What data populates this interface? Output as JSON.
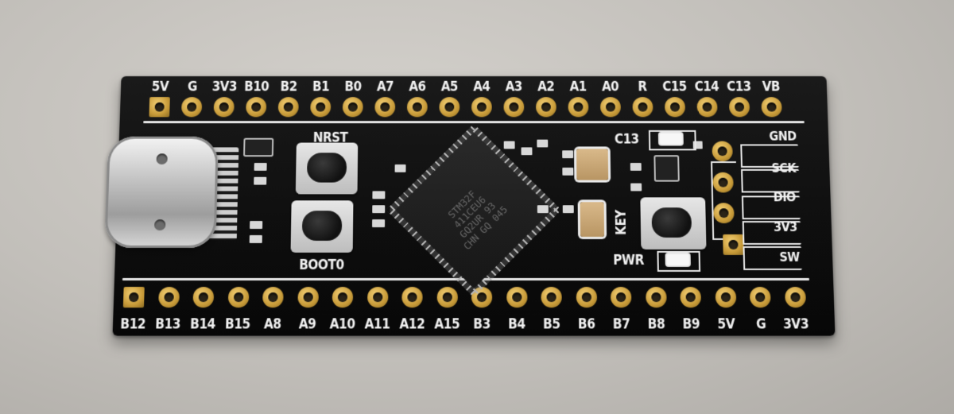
{
  "top_pins": [
    "5V",
    "G",
    "3V3",
    "B10",
    "B2",
    "B1",
    "B0",
    "A7",
    "A6",
    "A5",
    "A4",
    "A3",
    "A2",
    "A1",
    "A0",
    "R",
    "C15",
    "C14",
    "C13",
    "VB"
  ],
  "bottom_pins": [
    "B12",
    "B13",
    "B14",
    "B15",
    "A8",
    "A9",
    "A10",
    "A11",
    "A12",
    "A15",
    "B3",
    "B4",
    "B5",
    "B6",
    "B7",
    "B8",
    "B9",
    "5V",
    "G",
    "3V3"
  ],
  "swd_pins": [
    "GND",
    "SCK",
    "DIO",
    "3V3",
    "SW"
  ],
  "labels": {
    "nrst": "NRST",
    "boot0": "BOOT0",
    "key": "KEY",
    "c13": "C13",
    "pwr": "PWR"
  },
  "chip_marking": [
    "STM32F",
    "411CEU6",
    "GQ2UR 93",
    "CHN GQ 045"
  ],
  "colors": {
    "board": "#111111",
    "silkscreen": "#f0f0f0",
    "pad_gold": "#d7ad4e",
    "background": "#c2bfba"
  }
}
